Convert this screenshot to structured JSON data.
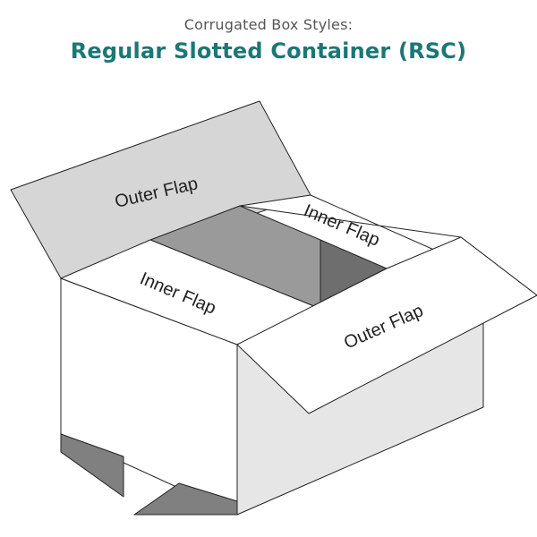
{
  "header": {
    "subtitle": "Corrugated Box Styles:",
    "title": "Regular Slotted Container (RSC)"
  },
  "labels": {
    "outer_flap_back": "Outer Flap",
    "inner_flap_back": "Inner Flap",
    "inner_flap_front": "Inner Flap",
    "outer_flap_front": "Outer Flap"
  },
  "colors": {
    "title": "#1c7775",
    "subtitle": "#555555",
    "outline": "#222222",
    "flap_gray": "#d6d6d6",
    "panel_white": "#ffffff",
    "interior_mid": "#9a9a9a",
    "interior_dark": "#6e6e6e",
    "side_shade": "#e6e6e6",
    "bottom_dark": "#808080"
  }
}
